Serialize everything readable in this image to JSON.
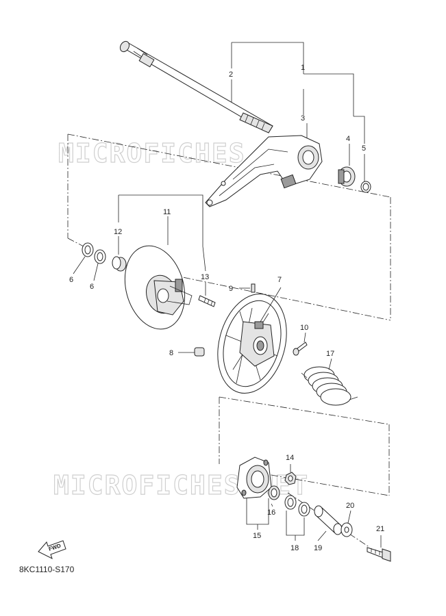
{
  "watermark": "MICROFICHES.NET",
  "diagram_code": "8KC1110-S170",
  "fwd_label": "FWD",
  "callouts": {
    "n1": "1",
    "n2": "2",
    "n3": "3",
    "n4": "4",
    "n5": "5",
    "n6a": "6",
    "n6b": "6",
    "n7": "7",
    "n8": "8",
    "n9": "9",
    "n10": "10",
    "n11": "11",
    "n12": "12",
    "n13": "13",
    "n14": "14",
    "n15": "15",
    "n16": "16",
    "n17": "17",
    "n18": "18",
    "n19": "19",
    "n20": "20",
    "n21": "21"
  }
}
